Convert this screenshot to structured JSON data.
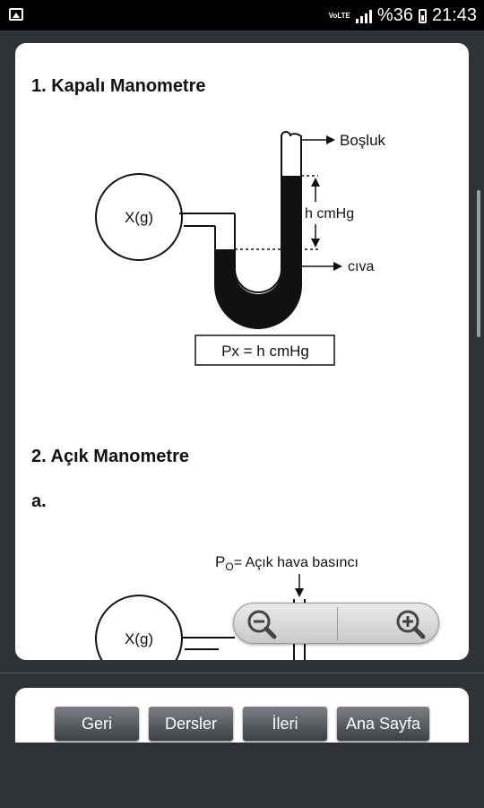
{
  "status_bar": {
    "network": "VoLTE",
    "battery": "%36",
    "time": "21:43"
  },
  "content": {
    "section1_title": "1. Kapalı Manometre",
    "diagram1": {
      "container_label": "X(g)",
      "label_top": "Boşluk",
      "label_height": "h cmHg",
      "label_liquid": "cıva",
      "formula": "Px = h cmHg"
    },
    "section2_title": "2. Açık Manometre",
    "section2_sub": "a.",
    "diagram2": {
      "pressure_symbol": "P",
      "pressure_subscript": "O",
      "pressure_text": "= Açık hava basıncı",
      "container_label": "X(g)"
    }
  },
  "zoom": {
    "zoom_out_icon": "zoom-out-icon",
    "zoom_in_icon": "zoom-in-icon"
  },
  "nav": {
    "back": "Geri",
    "lessons": "Dersler",
    "next": "İleri",
    "home": "Ana Sayfa"
  }
}
